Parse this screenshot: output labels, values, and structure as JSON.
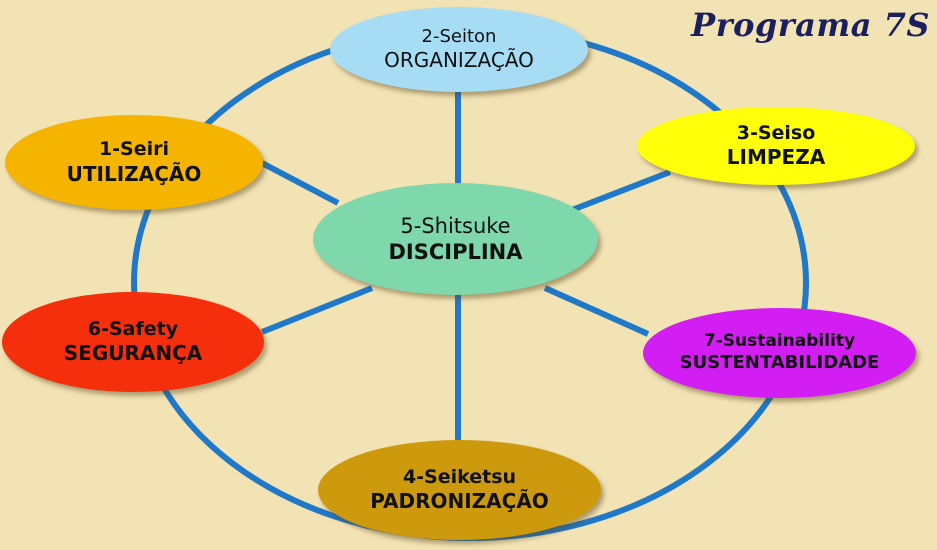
{
  "title": "Programa 7S",
  "colors": {
    "background": "#f2e3b5",
    "connector": "#1f78c8",
    "title": "#1c1f5e"
  },
  "nodes": [
    {
      "id": "seiri",
      "code": "1-Seiri",
      "name": "UTILIZAÇÃO",
      "color": "#f5b400"
    },
    {
      "id": "seiton",
      "code": "2-Seiton",
      "name": "ORGANIZAÇÃO",
      "color": "#a7dcf5"
    },
    {
      "id": "seiso",
      "code": "3-Seiso",
      "name": "LIMPEZA",
      "color": "#ffff0a"
    },
    {
      "id": "seiketsu",
      "code": "4-Seiketsu",
      "name": "PADRONIZAÇÃO",
      "color": "#cd9a0e"
    },
    {
      "id": "shitsuke",
      "code": "5-Shitsuke",
      "name": "DISCIPLINA",
      "color": "#7fd8ab"
    },
    {
      "id": "safety",
      "code": "6-Safety",
      "name": "SEGURANÇA",
      "color": "#f52f0c"
    },
    {
      "id": "sustain",
      "code": "7-Sustainability",
      "name": "SUSTENTABILIDADE",
      "color": "#d21ef2"
    }
  ]
}
